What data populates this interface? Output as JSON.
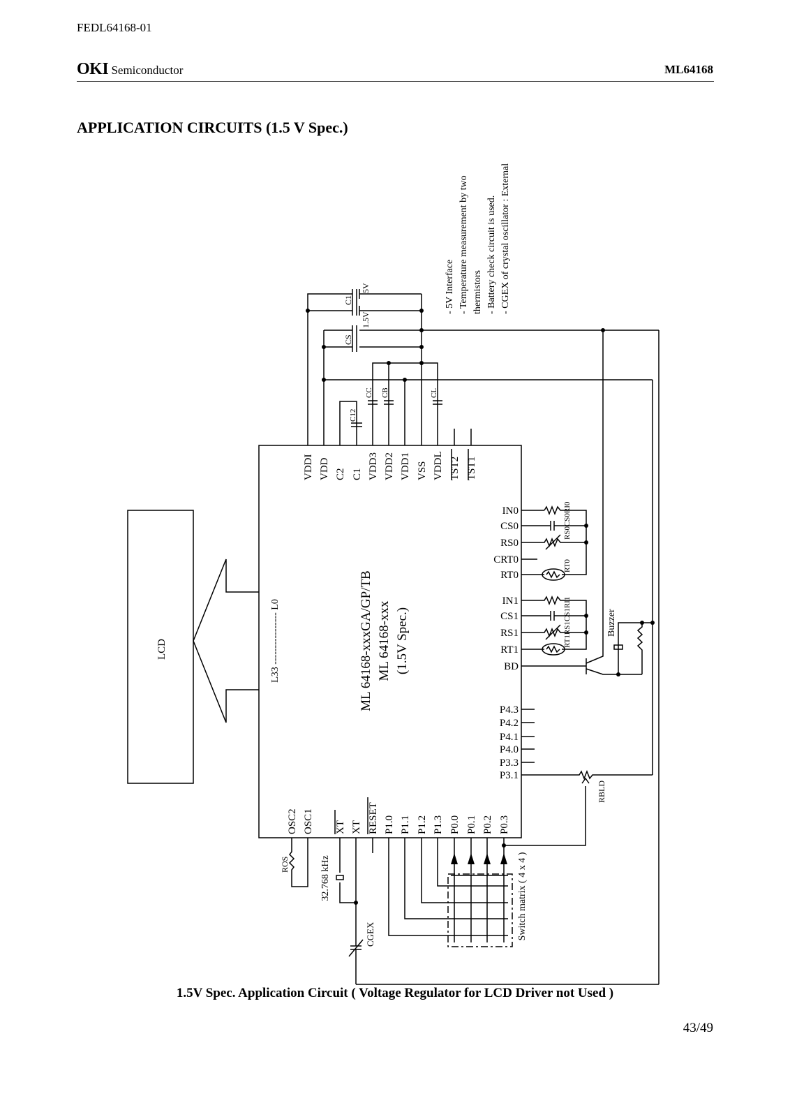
{
  "header": {
    "doc_id": "FEDL64168-01",
    "logo": "OKI",
    "company": "Semiconductor",
    "part_number": "ML64168"
  },
  "section_title": "APPLICATION CIRCUITS (1.5 V Spec.)",
  "notes": [
    "- 5V Interface",
    "- Temperature measurement by two",
    "  thermistors",
    "- Battery check circuit is used.",
    "- CGEX of crystal oscillator : External"
  ],
  "chip": {
    "line1": "ML 64168-xxxGA/GP/TB",
    "line2": "ML 64168-xxx",
    "line3": "(1.5V Spec.)"
  },
  "top_pins": [
    "VDDI",
    "VDD",
    "C2",
    "C1",
    "VDD3",
    "VDD2",
    "VDD1",
    "VSS",
    "VDDL",
    "TST2",
    "TST1"
  ],
  "right_pins": [
    "IN0",
    "CS0",
    "RS0",
    "CRT0",
    "RT0",
    "IN1",
    "CS1",
    "RS1",
    "RT1",
    "BD",
    "P4.3",
    "P4.2",
    "P4.1",
    "P4.0",
    "P3.3",
    "P3.1"
  ],
  "bottom_pins": [
    "OSC2",
    "OSC1",
    "XT",
    "XT",
    "RESET",
    "P1.0",
    "P1.1",
    "P1.2",
    "P1.3",
    "P0.0",
    "P0.1",
    "P0.2",
    "P0.3"
  ],
  "lcd": {
    "label": "LCD",
    "bus_label": "L33 ---------------- L0"
  },
  "components": {
    "c1": "C1",
    "c1_5v": "5V",
    "c1_15v": "1.5V",
    "cs": "CS",
    "c12": "C12",
    "cc": "CC",
    "cb": "CB",
    "cl": "CL",
    "ri0": "RI0",
    "cs0": "CS0",
    "rs0": "RS0",
    "rt0": "RT0",
    "ri1": "RI1",
    "cs1": "CS1",
    "rs1": "RS1",
    "rt1": "RT1",
    "buzzer": "Buzzer",
    "rbld": "RBLD",
    "ros": "ROS",
    "crystal": "32.768 kHz",
    "cgex": "CGEX",
    "switch_matrix": "Switch matrix ( 4 x 4 )"
  },
  "caption": "1.5V Spec. Application Circuit ( Voltage Regulator for LCD Driver not Used )",
  "page": "43/49"
}
